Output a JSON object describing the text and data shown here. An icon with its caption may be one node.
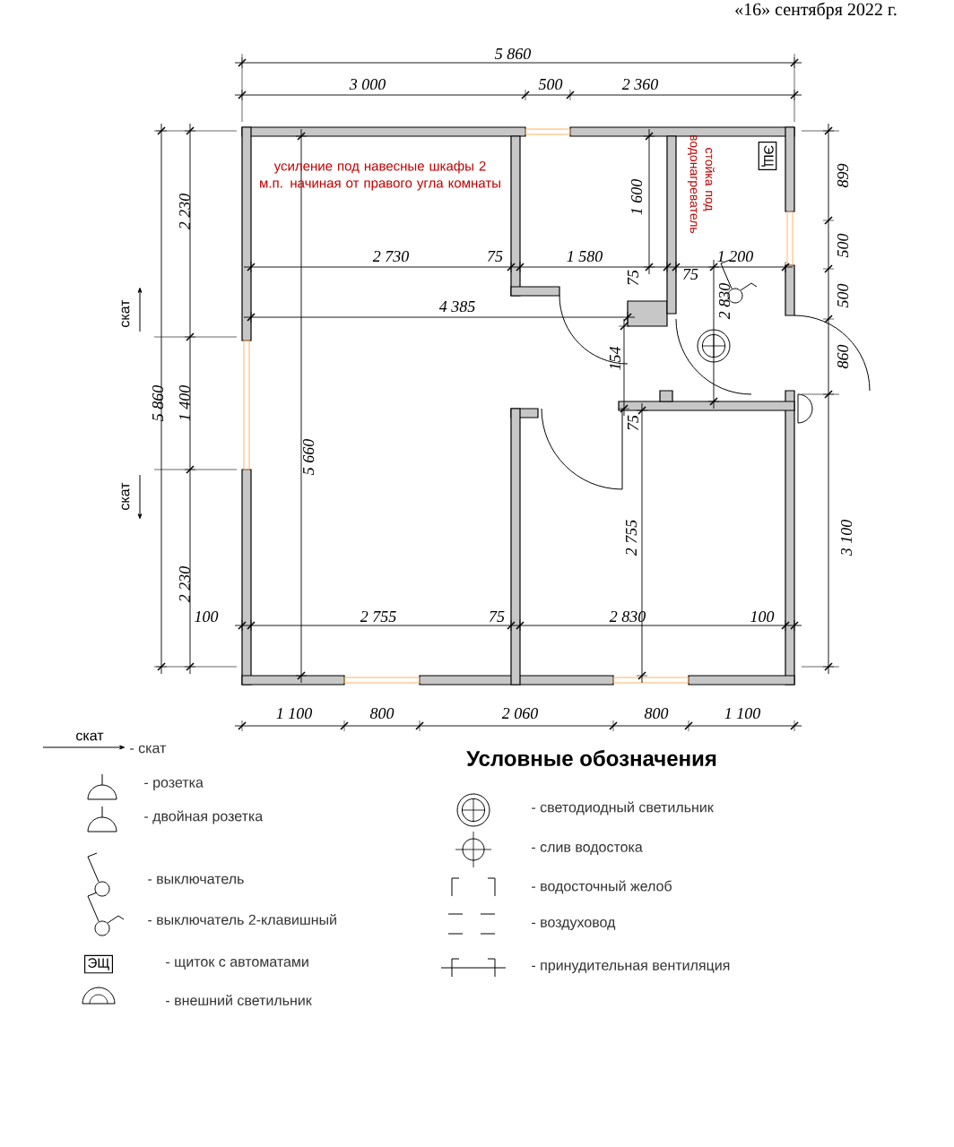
{
  "diagram": {
    "title": "Условные обозначения",
    "labels": [
      "«16» сентября 2022 г.",
      "5 860",
      "3 000",
      "500",
      "2 360",
      "усиление под навесные шкафы 2 м.п. начиная от правого угла комнаты",
      "стойка под водонагреватель",
      "ЭЩ",
      "899",
      "2 230",
      "2 730",
      "75",
      "1 580",
      "1 600",
      "75",
      "75",
      "1 200",
      "500",
      "2 830",
      "500",
      "4 385",
      "154",
      "860",
      "5 860",
      "1 400",
      "скат",
      "скат",
      "5 660",
      "75",
      "2 755",
      "3 100",
      "2 230",
      "100",
      "2 755",
      "75",
      "2 830",
      "100",
      "1 100",
      "800",
      "2 060",
      "800",
      "1 100",
      "скат",
      "ЭЩ"
    ],
    "legend": [
      {
        "text": "- скат"
      },
      {
        "text": "- розетка"
      },
      {
        "text": "- двойная розетка"
      },
      {
        "text": "- выключатель"
      },
      {
        "text": "- выключатель 2-клавишный"
      },
      {
        "text": "- щиток с автоматами"
      },
      {
        "text": "- внешний светильник"
      },
      {
        "text": "- светодиодный светильник"
      },
      {
        "text": "- слив водостока"
      },
      {
        "text": "- водосточный желоб"
      },
      {
        "text": "- воздуховод"
      },
      {
        "text": "- принудительная вентиляция"
      }
    ]
  }
}
